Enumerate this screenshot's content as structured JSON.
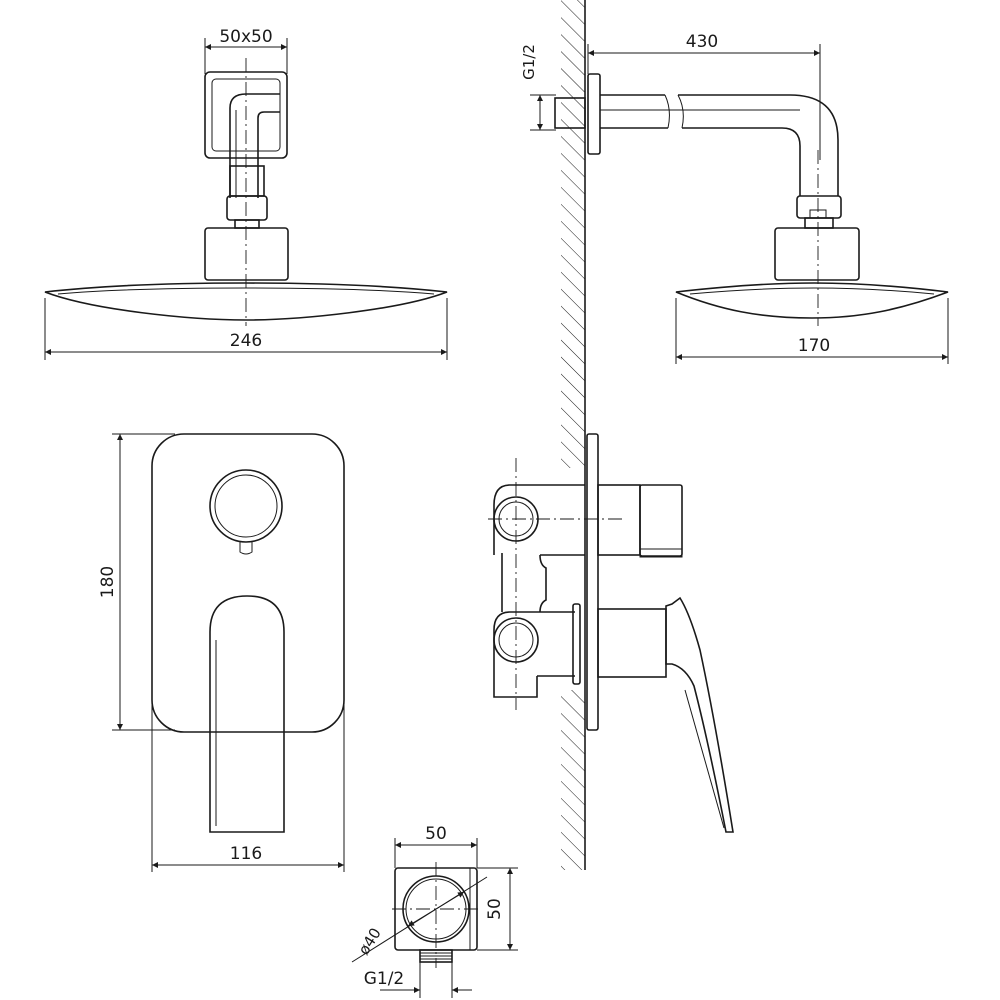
{
  "drawing": {
    "colors": {
      "line": "#1a1a1a",
      "background": "#ffffff"
    },
    "shower_head_front": {
      "flange_dim": "50x50",
      "width_dim": "246"
    },
    "shower_head_side": {
      "thread_dim": "G1/2",
      "arm_length_dim": "430",
      "head_width_dim": "170"
    },
    "mixer_plate_front": {
      "height_dim": "180",
      "width_dim": "116"
    },
    "wall_outlet": {
      "width_dim": "50",
      "height_dim": "50",
      "diameter_dim": "ø40",
      "thread_dim": "G1/2"
    }
  }
}
